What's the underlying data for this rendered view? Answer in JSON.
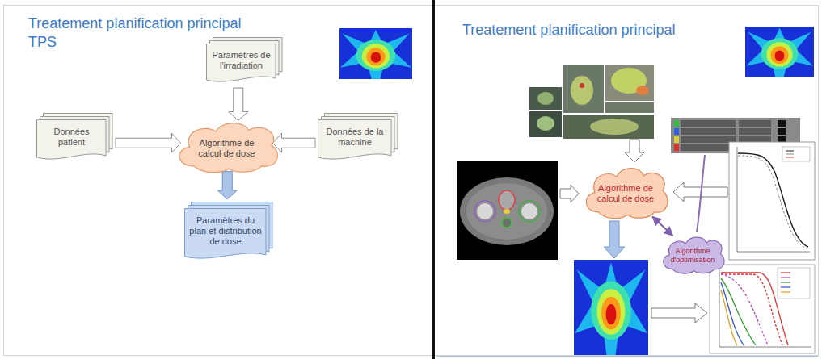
{
  "diagram": {
    "title": "Treatement planification principal TPS",
    "nodes": [
      {
        "text": [
          "Paramètres de l'irradiation"
        ]
      },
      {
        "text": [
          "Données patient"
        ]
      },
      {
        "text": [
          "Algorithme de calcul de dose"
        ]
      },
      {
        "text": [
          "Données de la machine"
        ]
      },
      {
        "text": [
          "Paramètres du plan et distribution de dose"
        ]
      },
      {
        "text": [
          "Algorithme de calcul de dose"
        ]
      },
      {
        "text": [
          "Algorithme d'optimisation"
        ]
      }
    ],
    "edges": [
      {
        "from": 0,
        "to": 2,
        "arrow": "to"
      },
      {
        "from": 1,
        "to": 2,
        "arrow": "to"
      },
      {
        "from": 3,
        "to": 2,
        "arrow": "to"
      },
      {
        "from": 2,
        "to": 4,
        "arrow": "to"
      },
      {
        "from": 6,
        "to": 5,
        "arrow": "both"
      }
    ],
    "labels": [
      "Treatement planification principal"
    ]
  }
}
